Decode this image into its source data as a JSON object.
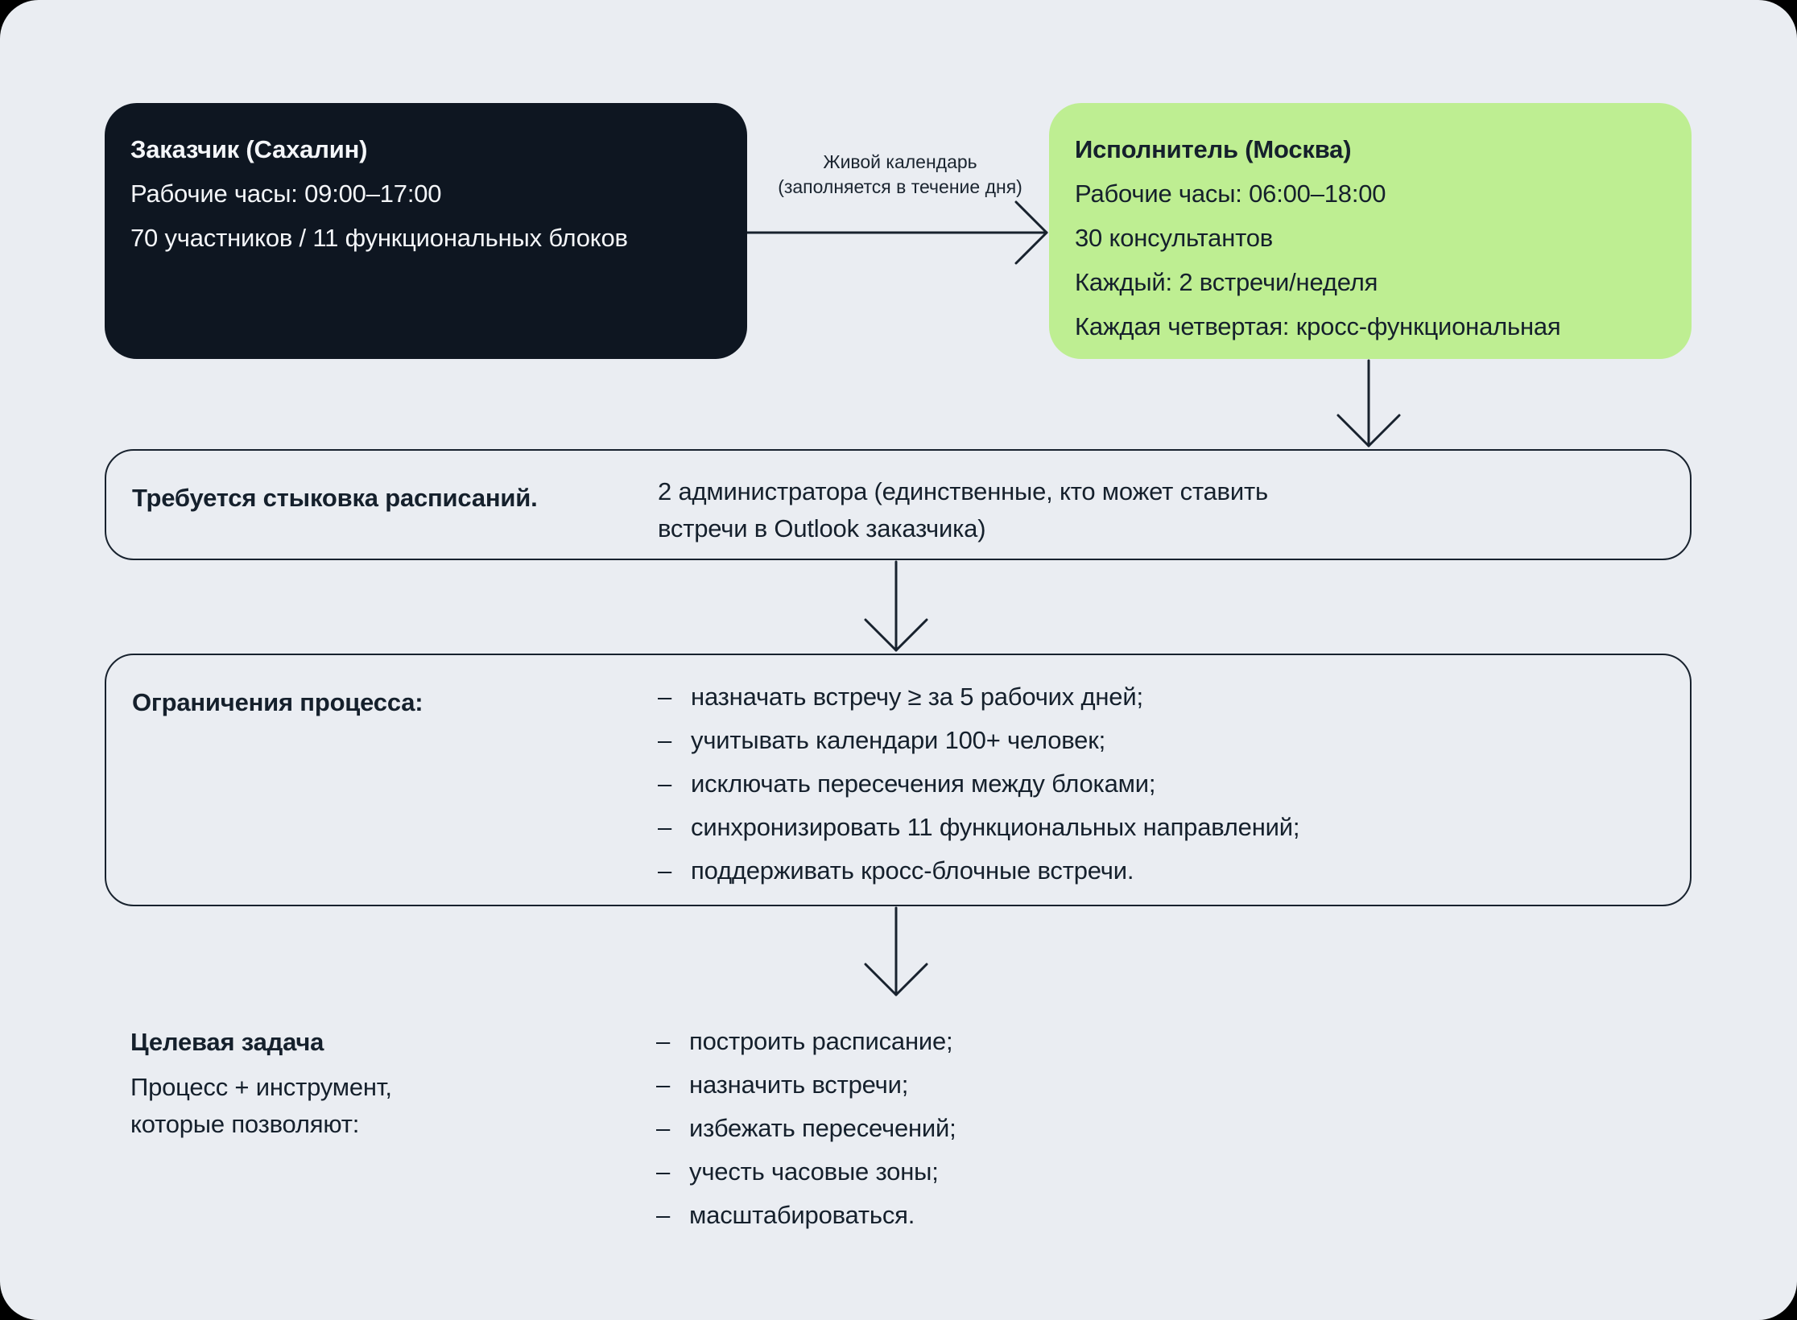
{
  "page": {
    "background": "#000000",
    "canvas_background": "#EAEDF2",
    "ink": "#18222E",
    "dark_card_background": "#0E1621",
    "green_card_background": "#BEEE92"
  },
  "customer_card": {
    "title": "Заказчик (Сахалин)",
    "lines": [
      "Рабочие часы: 09:00–17:00",
      "70 участников / 11 функциональных блоков"
    ]
  },
  "calendar_arrow": {
    "label": "Живой календарь (заполняется в течение дня)"
  },
  "executor_card": {
    "title": "Исполнитель (Москва)",
    "lines": [
      "Рабочие часы: 06:00–18:00",
      "30 консультантов",
      "Каждый: 2 встречи/неделя",
      "Каждая четвертая: кросс-функциональная"
    ]
  },
  "sync_card": {
    "title": "Требуется стыковка расписаний.",
    "description": "2 администратора (единственные, кто может ставить\nвстречи в Outlook заказчика)"
  },
  "constraints_card": {
    "title": "Ограничения процесса:",
    "marker": "–",
    "items": [
      "назначать встречу ≥ за 5 рабочих дней;",
      "учитывать календари 100+ человек;",
      "исключать пересечения между блоками;",
      "синхронизировать 11 функциональных направлений;",
      "поддерживать кросс-блочные встречи."
    ]
  },
  "goal_card": {
    "title": "Целевая задача",
    "subtitle": "Процесс + инструмент,\nкоторые позволяют:",
    "marker": "–",
    "items": [
      "построить расписание;",
      "назначить встречи;",
      "избежать пересечений;",
      "учесть часовые зоны;",
      "масштабироваться."
    ]
  }
}
